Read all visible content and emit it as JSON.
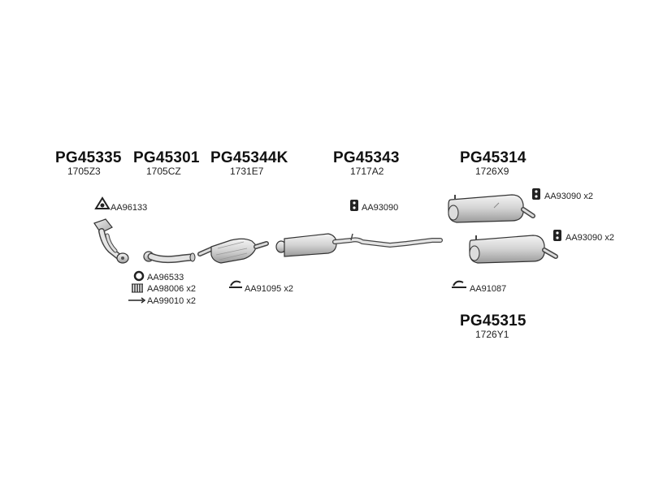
{
  "parts": [
    {
      "code": "PG45335",
      "oem": "1705Z3"
    },
    {
      "code": "PG45301",
      "oem": "1705CZ"
    },
    {
      "code": "PG45344K",
      "oem": "1731E7"
    },
    {
      "code": "PG45343",
      "oem": "1717A2"
    },
    {
      "code": "PG45314",
      "oem": "1726X9"
    },
    {
      "code": "PG45315",
      "oem": "1726Y1"
    }
  ],
  "accessories": {
    "gasket_top": "AA96133",
    "ring": "AA96533",
    "spring": "AA98006 x2",
    "bolt": "AA99010 x2",
    "clamp_mid": "AA91095 x2",
    "hanger_mid": "AA93090",
    "hanger_top_right": "AA93090 x2",
    "hanger_lower_right": "AA93090 x2",
    "clamp_right": "AA91087"
  }
}
